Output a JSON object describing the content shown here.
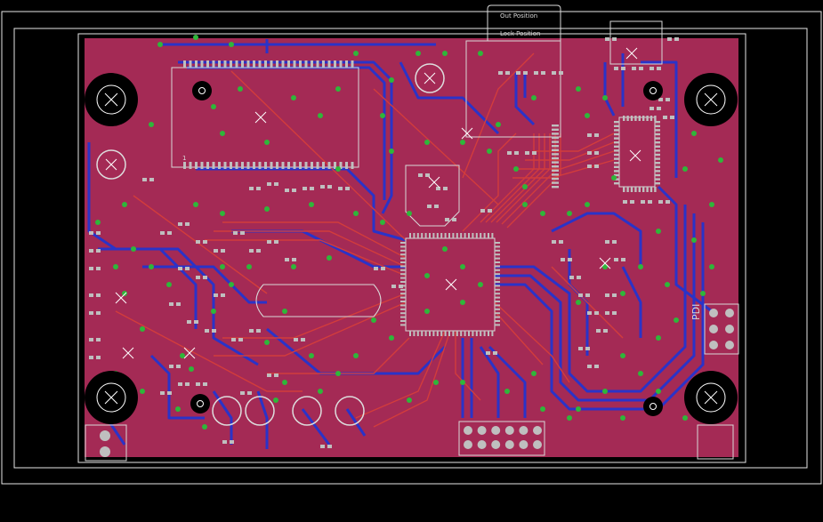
{
  "colors": {
    "background": "#000000",
    "board": "#a42a55",
    "outline": "#e6e6e6",
    "bottom_trace": "#2a33c8",
    "top_trace": "#d23c3c",
    "pad": "#bfbfbf",
    "via": "#2fb63a",
    "silk": "#d8d8d8"
  },
  "silkscreen": {
    "switch_out_label": "Out Position",
    "switch_lock_label": "Lock Position",
    "pdi_label": "PDI",
    "lcd_pin1_label": "1"
  },
  "icons": {
    "mounting_hole": "crossed-circle",
    "component_origin": "x-cross"
  }
}
